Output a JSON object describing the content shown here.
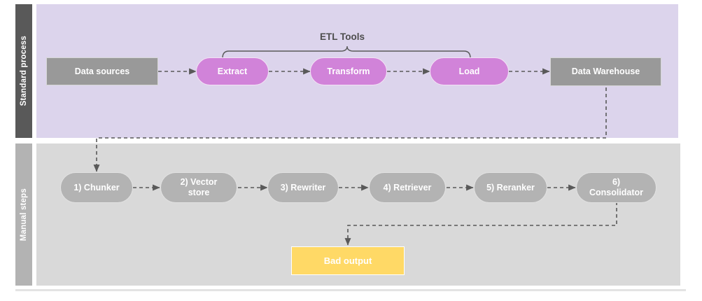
{
  "diagram": {
    "title": "ETL and manual RAG pipeline swimlane diagram",
    "colors": {
      "lane_standard_header_bg": "#595959",
      "lane_standard_body_bg": "#dcd4ec",
      "lane_manual_header_bg": "#b3b3b3",
      "lane_manual_body_bg": "#d9d9d9",
      "node_gray": "#999999",
      "node_magenta": "#d183d9",
      "node_steel": "#b3b3b3",
      "node_yellow": "#ffd966",
      "edge_stroke": "#595959",
      "bracket_stroke": "#595959",
      "label_text": "#4d4d4d",
      "node_text": "#ffffff"
    }
  },
  "lanes": [
    {
      "id": "standard",
      "label": "Standard process"
    },
    {
      "id": "manual",
      "label": "Manual steps"
    }
  ],
  "annotations": {
    "etl_bracket_label": "ETL Tools"
  },
  "nodes": {
    "standard": [
      {
        "id": "data-sources",
        "label": "Data sources",
        "shape": "rect",
        "color": "gray"
      },
      {
        "id": "extract",
        "label": "Extract",
        "shape": "pill",
        "color": "magenta"
      },
      {
        "id": "transform",
        "label": "Transform",
        "shape": "pill",
        "color": "magenta"
      },
      {
        "id": "load",
        "label": "Load",
        "shape": "pill",
        "color": "magenta"
      },
      {
        "id": "data-warehouse",
        "label": "Data Warehouse",
        "shape": "rect",
        "color": "gray"
      }
    ],
    "manual": [
      {
        "id": "chunker",
        "label": "1) Chunker",
        "shape": "pill",
        "color": "steel"
      },
      {
        "id": "vector-store",
        "label": "2) Vector store",
        "shape": "pill",
        "color": "steel"
      },
      {
        "id": "rewriter",
        "label": "3) Rewriter",
        "shape": "pill",
        "color": "steel"
      },
      {
        "id": "retriever",
        "label": "4) Retriever",
        "shape": "pill",
        "color": "steel"
      },
      {
        "id": "reranker",
        "label": "5) Reranker",
        "shape": "pill",
        "color": "steel"
      },
      {
        "id": "consolidator",
        "label": "6) Consolidator",
        "shape": "pill",
        "color": "steel"
      },
      {
        "id": "bad-output",
        "label": "Bad output",
        "shape": "rect",
        "color": "yellow"
      }
    ]
  },
  "edges": [
    {
      "from": "data-sources",
      "to": "extract",
      "style": "dashed",
      "arrow": "triangle"
    },
    {
      "from": "extract",
      "to": "transform",
      "style": "dashed",
      "arrow": "triangle"
    },
    {
      "from": "transform",
      "to": "load",
      "style": "dashed",
      "arrow": "triangle"
    },
    {
      "from": "load",
      "to": "data-warehouse",
      "style": "dashed",
      "arrow": "triangle"
    },
    {
      "from": "data-warehouse",
      "to": "chunker",
      "style": "dashed",
      "arrow": "triangle"
    },
    {
      "from": "chunker",
      "to": "vector-store",
      "style": "dashed",
      "arrow": "triangle"
    },
    {
      "from": "vector-store",
      "to": "rewriter",
      "style": "dashed",
      "arrow": "triangle"
    },
    {
      "from": "rewriter",
      "to": "retriever",
      "style": "dashed",
      "arrow": "triangle"
    },
    {
      "from": "retriever",
      "to": "reranker",
      "style": "dashed",
      "arrow": "triangle"
    },
    {
      "from": "reranker",
      "to": "consolidator",
      "style": "dashed",
      "arrow": "triangle"
    },
    {
      "from": "consolidator",
      "to": "bad-output",
      "style": "dashed",
      "arrow": "triangle"
    }
  ],
  "bracket": {
    "label": "ETL Tools",
    "spans": [
      "extract",
      "transform",
      "load"
    ]
  }
}
